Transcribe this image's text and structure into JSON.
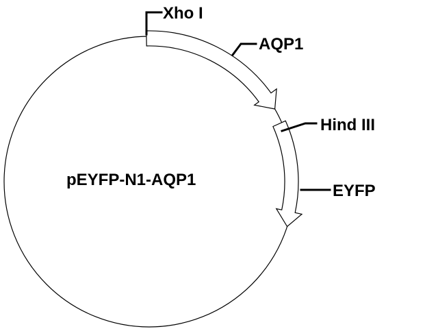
{
  "plasmid": {
    "name": "pEYFP-N1-AQP1"
  },
  "sites": {
    "xho": "Xho I",
    "hind": "Hind III"
  },
  "features": {
    "aqp1": "AQP1",
    "eyfp": "EYFP"
  },
  "colors": {
    "stroke": "#000000",
    "fill": "#ffffff"
  }
}
